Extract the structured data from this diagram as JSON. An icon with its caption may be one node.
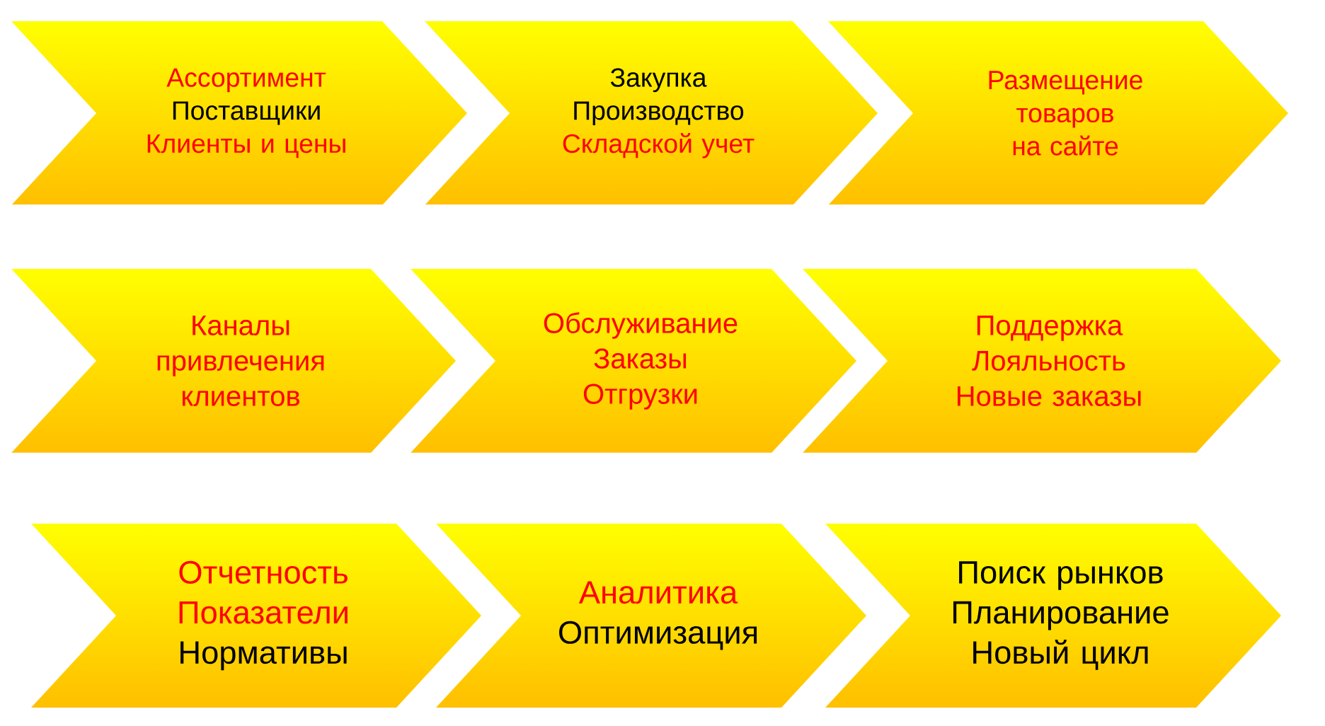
{
  "diagram": {
    "nodes": [
      {
        "text": [
          "Ассортимент",
          "Поставщики",
          "Клиенты и цены"
        ]
      },
      {
        "text": [
          "Закупка",
          "Производство",
          "Складской учет"
        ]
      },
      {
        "text": [
          "Размещение товаров на сайте"
        ]
      },
      {
        "text": [
          "Каналы привлечения клиентов"
        ]
      },
      {
        "text": [
          "Обслуживание",
          "Заказы",
          "Отгрузки"
        ]
      },
      {
        "text": [
          "Поддержка",
          "Лояльность",
          "Новые заказы"
        ]
      },
      {
        "text": [
          "Отчетность",
          "Показатели",
          "Нормативы"
        ]
      },
      {
        "text": [
          "Аналитика",
          "Оптимизация"
        ]
      },
      {
        "text": [
          "Поиск рынков",
          "Планирование",
          "Новый цикл"
        ]
      }
    ]
  }
}
